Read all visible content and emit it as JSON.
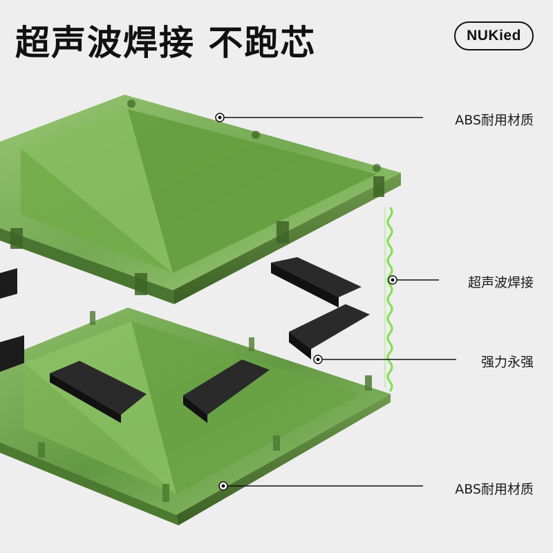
{
  "header": {
    "title": "超声波焊接 不跑芯",
    "brand_logo": "NUKied"
  },
  "callouts": {
    "top_plate": "ABS耐用材质",
    "weld": "超声波焊接",
    "magnet": "强力永强",
    "bottom_plate": "ABS耐用材质"
  },
  "colors": {
    "background": "#eeeeee",
    "plate_green": "#6fa84a",
    "plate_dark": "#3f6b26",
    "magnet": "#1c1c1c",
    "weld_glow": "#7fe04a"
  }
}
